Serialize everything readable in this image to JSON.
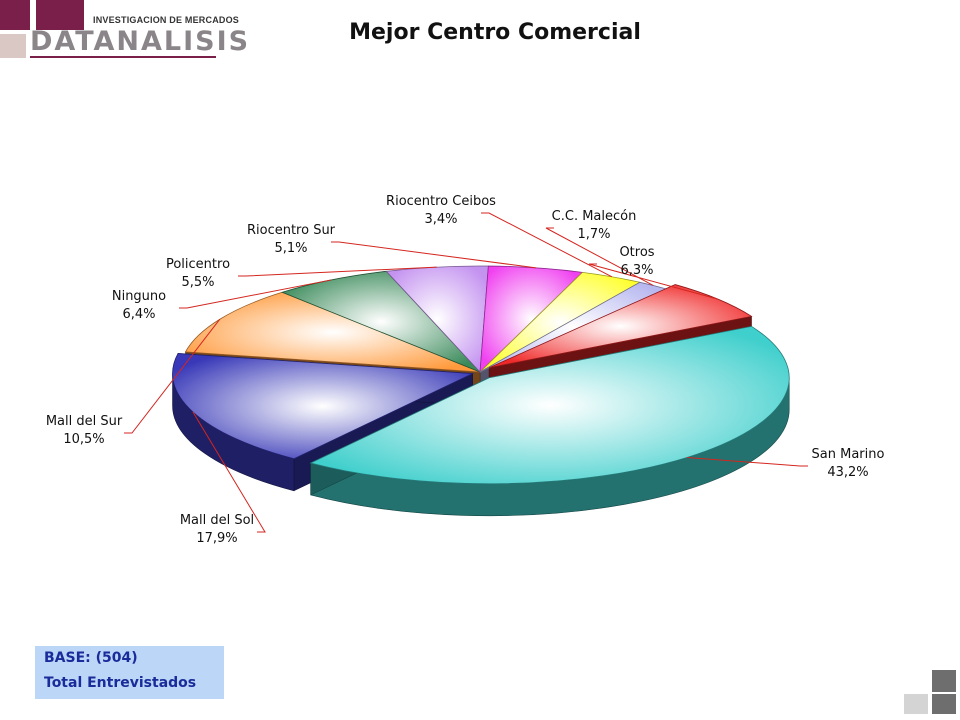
{
  "logo": {
    "top_text": "INVESTIGACION DE MERCADOS",
    "main_text": "DATANALISIS"
  },
  "title": "Mejor Centro Comercial",
  "base": {
    "line1": "BASE:  (504)",
    "line2": "Total Entrevistados"
  },
  "chart_data": {
    "type": "pie",
    "title": "Mejor Centro Comercial",
    "slices": [
      {
        "label": "San Marino",
        "value": 43.2,
        "display": "43,2%",
        "color": "#3fcfcc"
      },
      {
        "label": "Mall del Sol",
        "value": 17.9,
        "display": "17,9%",
        "color": "#3838b8"
      },
      {
        "label": "Mall del Sur",
        "value": 10.5,
        "display": "10,5%",
        "color": "#ff9a3c"
      },
      {
        "label": "Ninguno",
        "value": 6.4,
        "display": "6,4%",
        "color": "#3a8a5a"
      },
      {
        "label": "Policentro",
        "value": 5.5,
        "display": "5,5%",
        "color": "#c493f0"
      },
      {
        "label": "Riocentro Sur",
        "value": 5.1,
        "display": "5,1%",
        "color": "#f040f0"
      },
      {
        "label": "Riocentro Ceibos",
        "value": 3.4,
        "display": "3,4%",
        "color": "#ffff30"
      },
      {
        "label": "C.C. Malecón",
        "value": 1.7,
        "display": "1,7%",
        "color": "#b8b8f0"
      },
      {
        "label": "Otros",
        "value": 6.3,
        "display": "6,3%",
        "color": "#f02828"
      }
    ]
  }
}
